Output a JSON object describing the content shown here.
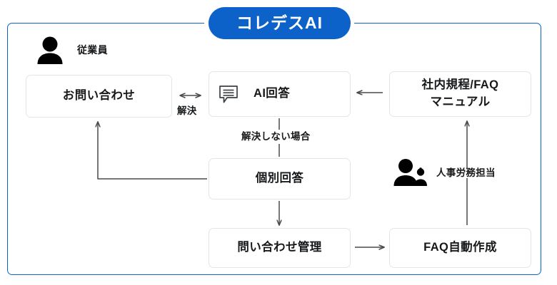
{
  "title": {
    "text": "コレデスAI",
    "pill_color": "#0d62c9",
    "text_color": "#ffffff"
  },
  "frame": {
    "border_color": "#0d62c9"
  },
  "actors": [
    {
      "id": "employee",
      "icon": "person-icon",
      "label": "従業員"
    },
    {
      "id": "hr-staff",
      "icon": "people-icon",
      "label": "人事労務担当"
    }
  ],
  "nodes": [
    {
      "id": "inquiry",
      "label": "お問い合わせ"
    },
    {
      "id": "ai-answer",
      "label": "AI回答",
      "icon": "chat-bubble-icon"
    },
    {
      "id": "manual",
      "label": "社内規程/FAQ\nマニュアル"
    },
    {
      "id": "individual",
      "label": "個別回答"
    },
    {
      "id": "manage",
      "label": "問い合わせ管理"
    },
    {
      "id": "faq-auto",
      "label": "FAQ自動作成"
    }
  ],
  "edge_labels": {
    "resolved": "解決",
    "not_resolved": "解決しない場合"
  },
  "colors": {
    "accent": "#0d62c9",
    "node_border": "#e3e6e8",
    "arrow": "#4a4a4a",
    "text": "#16181a"
  }
}
